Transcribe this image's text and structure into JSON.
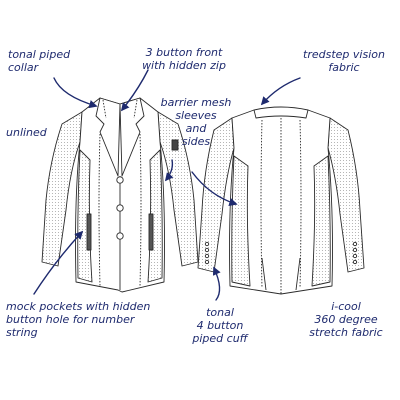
{
  "colors": {
    "ink": "#1e2a6e",
    "sketch": "#2b2b2b",
    "mesh": "#9a9a9a",
    "background": "#ffffff"
  },
  "annotations": {
    "collar": [
      "tonal piped",
      "collar"
    ],
    "front": [
      "3 button front",
      "with hidden zip"
    ],
    "fabric": [
      "tredstep vision",
      "fabric"
    ],
    "unlined": [
      "unlined"
    ],
    "mesh": [
      "barrier mesh",
      "sleeves",
      "and",
      "sides"
    ],
    "pockets": [
      "mock pockets with hidden",
      "button hole for number",
      "string"
    ],
    "cuff": [
      "tonal",
      "4 button",
      "piped cuff"
    ],
    "stretch": [
      "i-cool",
      "360 degree",
      "stretch fabric"
    ]
  }
}
